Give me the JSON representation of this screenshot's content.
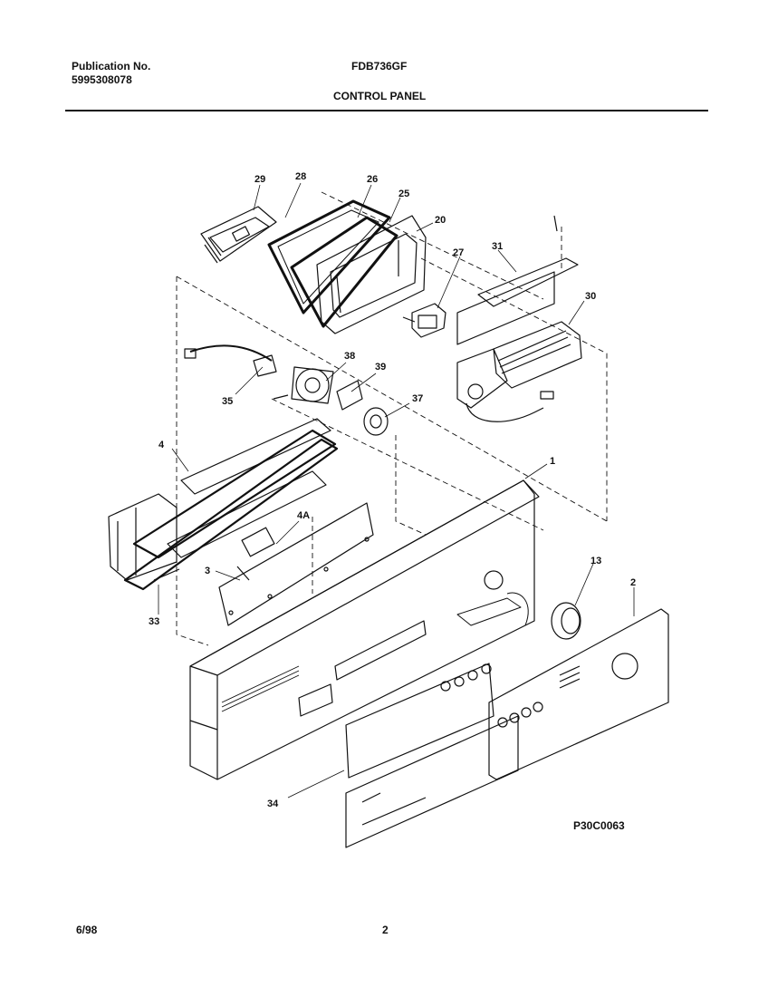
{
  "header": {
    "publication_label": "Publication No.",
    "publication_number": "5995308078",
    "model": "FDB736GF",
    "section_title": "CONTROL PANEL"
  },
  "diagram": {
    "drawing_code": "P30C0063",
    "callouts": [
      "29",
      "28",
      "26",
      "25",
      "20",
      "27",
      "31",
      "30",
      "35",
      "38",
      "39",
      "37",
      "4",
      "1",
      "4A",
      "3",
      "33",
      "13",
      "2",
      "34"
    ]
  },
  "footer": {
    "date": "6/98",
    "page": "2"
  }
}
